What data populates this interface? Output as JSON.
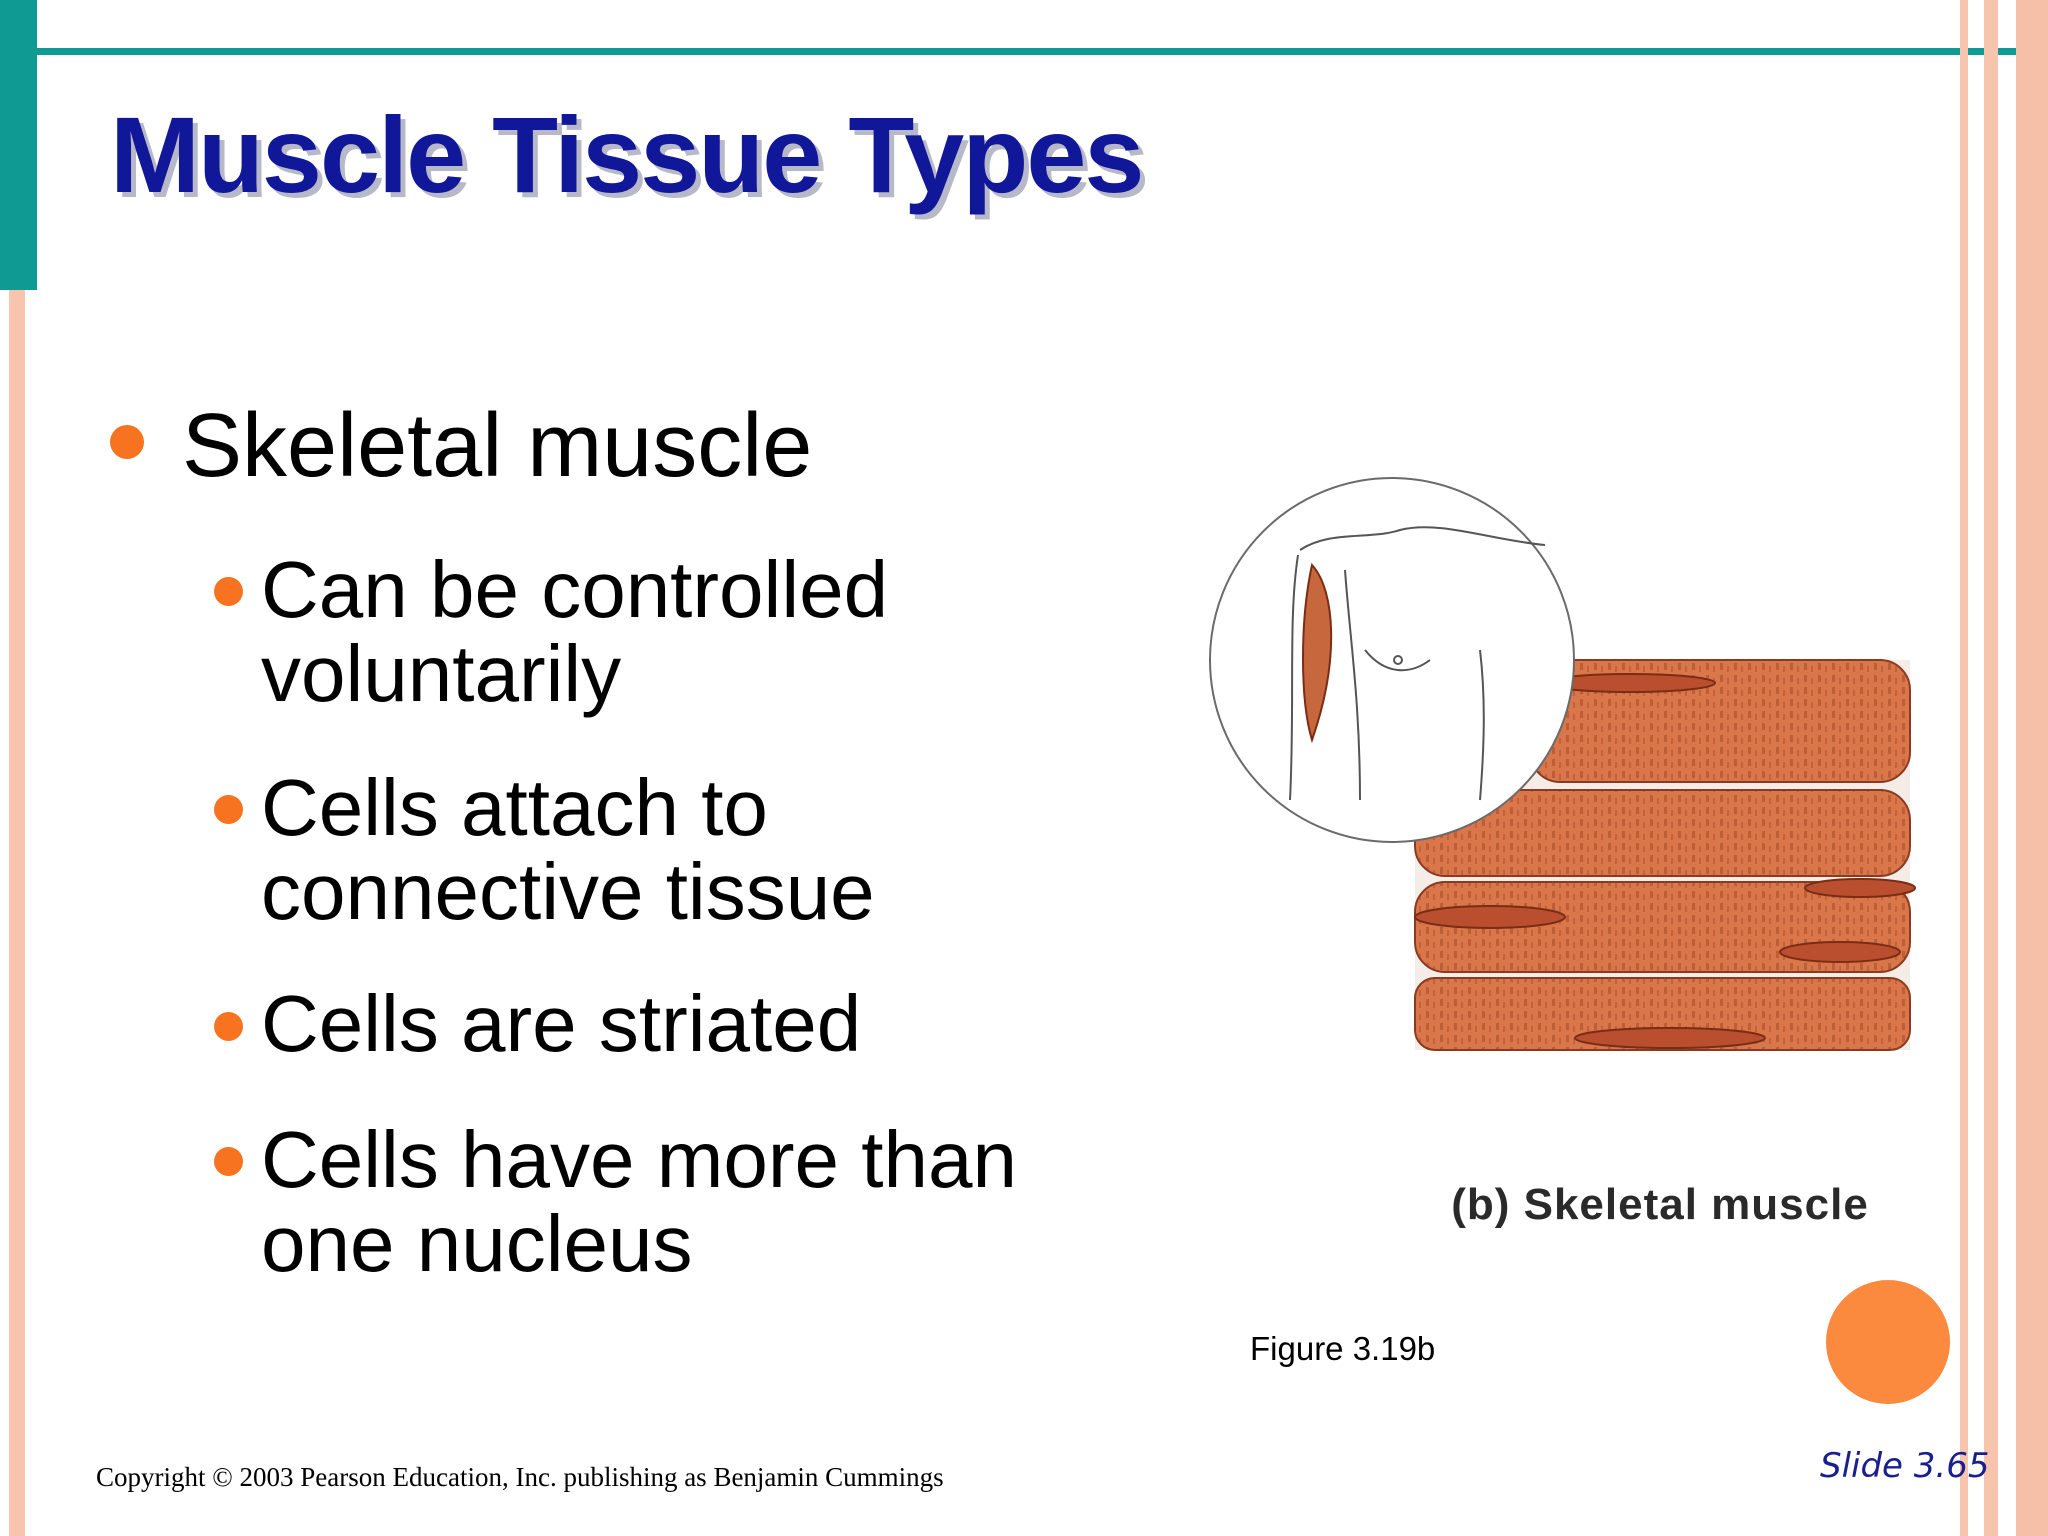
{
  "slide": {
    "title": "Muscle Tissue Types",
    "bullet": "Skeletal muscle",
    "sub_bullets": [
      {
        "line1": "Can be controlled",
        "line2": "voluntarily"
      },
      {
        "line1": "Cells attach to",
        "line2": "connective tissue"
      },
      {
        "line1": "Cells are striated",
        "line2": ""
      },
      {
        "line1": "Cells have more than",
        "line2": "one nucleus"
      }
    ],
    "figure_caption": "(b) Skeletal muscle",
    "figure_ref": "Figure 3.19b",
    "copyright": "Copyright © 2003 Pearson Education, Inc. publishing as Benjamin Cummings",
    "slide_number": "Slide 3.65"
  },
  "colors": {
    "accent_teal": "#0f9a94",
    "accent_salmon": "#f7c4ad",
    "title_blue": "#101799",
    "bullet_orange": "#f7731f",
    "muscle_fiber": "#d9774b"
  }
}
